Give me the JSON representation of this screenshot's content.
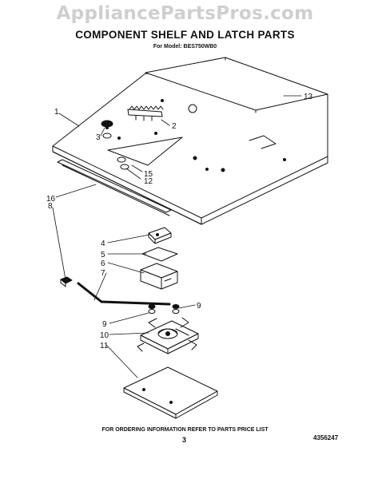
{
  "watermark": "AppliancePartsPros.com",
  "title": "COMPONENT SHELF AND LATCH PARTS",
  "model_line": "For Model: BES750WB0",
  "callouts": {
    "c1": "1",
    "c2": "2",
    "c3": "3",
    "c4": "4",
    "c5": "5",
    "c6": "6",
    "c7": "7",
    "c8": "8",
    "c9a": "9",
    "c9b": "9",
    "c10": "10",
    "c11": "11",
    "c12": "12",
    "c13": "13",
    "c15": "15",
    "c16": "16"
  },
  "ordering_info": "FOR ORDERING INFORMATION REFER TO PARTS PRICE LIST",
  "page_number": "3",
  "part_code": "4356247"
}
